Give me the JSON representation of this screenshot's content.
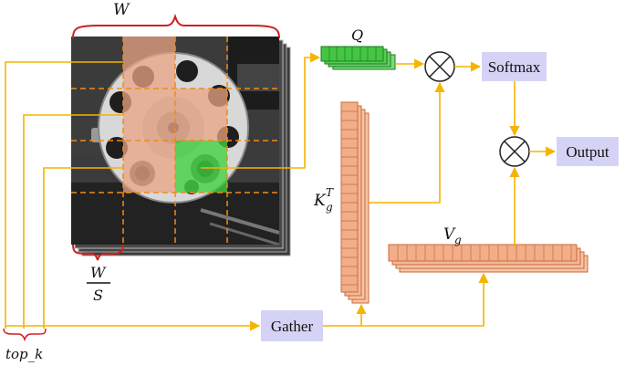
{
  "labels": {
    "W": "W",
    "W_over_S_num": "W",
    "W_over_S_den": "S",
    "top_k": "top_k",
    "Q": "Q",
    "Kg_base": "K",
    "Kg_sub": "g",
    "Kg_sup": "T",
    "Vg_base": "V",
    "Vg_sub": "g"
  },
  "boxes": {
    "softmax": "Softmax",
    "output": "Output",
    "gather": "Gather"
  },
  "colors": {
    "arrow": "#f5b400",
    "box_fill": "#d5d3f5",
    "key_value_fill": "#f6c4a6",
    "key_value_stroke": "#c96a3a",
    "query_fill": "#55cc55",
    "query_stroke": "#1f7a1f",
    "brace": "#d02020",
    "grid_dash": "#f08a1c",
    "region_highlight": "#e9a483",
    "region_selected": "#3fd13f"
  },
  "icons": {
    "multiply_1": "circled-times-icon",
    "multiply_2": "circled-times-icon"
  }
}
